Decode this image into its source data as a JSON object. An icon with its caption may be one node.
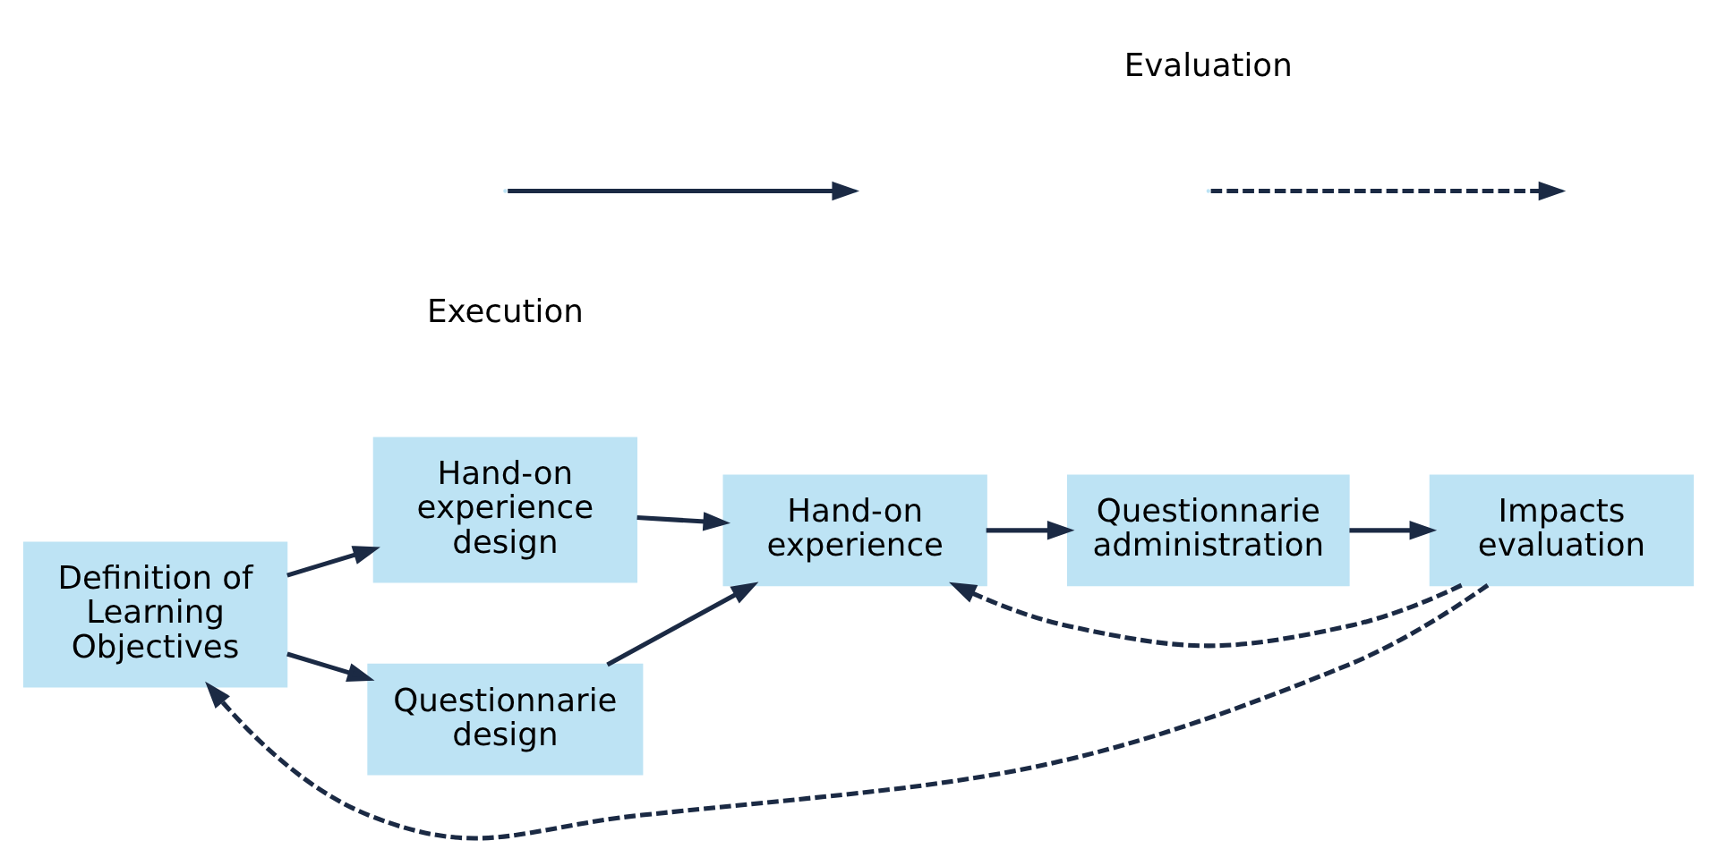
{
  "diagram": {
    "nodes": [
      {
        "text": [
          "Definition of Learning Objectives"
        ]
      },
      {
        "text": [
          "Hand-on experience design"
        ]
      },
      {
        "text": [
          "Questionnarie design"
        ]
      },
      {
        "text": [
          "Hand-on experience"
        ]
      },
      {
        "text": [
          "Questionnarie administration"
        ]
      },
      {
        "text": [
          "Impacts evaluation"
        ]
      }
    ],
    "edges": [
      {
        "from": 0,
        "to": 1,
        "arrow": "to"
      },
      {
        "from": 0,
        "to": 2,
        "arrow": "to"
      },
      {
        "from": 1,
        "to": 3,
        "arrow": "to"
      },
      {
        "from": 2,
        "to": 3,
        "arrow": "to"
      },
      {
        "from": 3,
        "to": 4,
        "arrow": "to"
      },
      {
        "from": 4,
        "to": 5,
        "arrow": "to"
      },
      {
        "from": 5,
        "to": 0,
        "arrow": "to",
        "style": "dashed"
      },
      {
        "from": 5,
        "to": 3,
        "arrow": "to",
        "style": "dashed"
      }
    ],
    "legend": [
      {
        "text": "Execution"
      },
      {
        "text": "Evaluation"
      }
    ]
  }
}
